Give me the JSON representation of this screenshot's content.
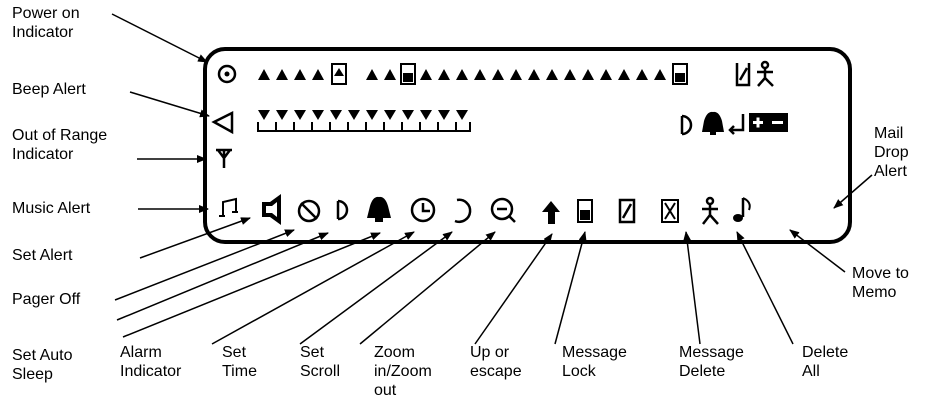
{
  "labels": {
    "power_on": "Power on\nIndicator",
    "beep_alert": "Beep Alert",
    "out_of_range": "Out of Range\nIndicator",
    "music_alert": "Music Alert",
    "set_alert": "Set Alert",
    "pager_off": "Pager Off",
    "set_auto_sleep": "Set Auto\nSleep",
    "alarm_indicator": "Alarm\nIndicator",
    "set_time": "Set\nTime",
    "set_scroll": "Set\nScroll",
    "zoom": "Zoom\nin/Zoom\nout",
    "up_escape": "Up or\nescape",
    "message_lock": "Message\nLock",
    "message_delete": "Message\nDelete",
    "delete_all": "Delete\nAll",
    "mail_drop": "Mail\nDrop\nAlert",
    "move_to_memo": "Move to\nMemo"
  },
  "icons": {
    "row1": [
      "power-circle-icon",
      "triangle-up-icon",
      "cursor-block-icon",
      "lock-icon",
      "memo-person-icon"
    ],
    "row2": [
      "beep-speaker-icon",
      "triangle-down-icon",
      "scroll-icon",
      "bell-icon",
      "return-arrow-icon",
      "battery-icon"
    ],
    "row3": [
      "antenna-icon"
    ],
    "row4": [
      "music-icon",
      "speaker-icon",
      "pager-off-icon",
      "auto-sleep-icon",
      "alarm-bell-icon",
      "clock-icon",
      "scroll-arc-icon",
      "zoom-icon",
      "up-arrow-icon",
      "message-lock-icon",
      "message-delete-icon",
      "delete-all-icon",
      "move-memo-icon",
      "note-icon"
    ]
  }
}
